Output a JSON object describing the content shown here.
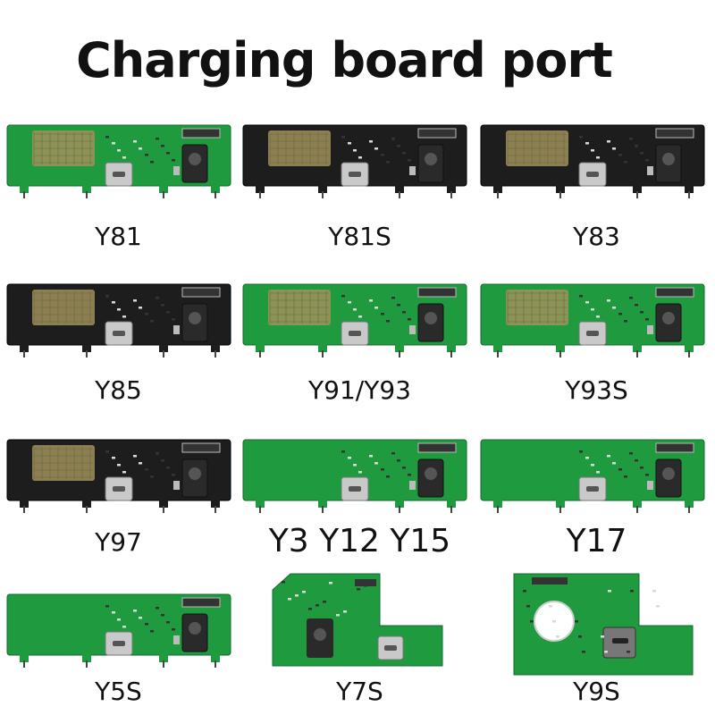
{
  "title": "Charging board port",
  "colors": {
    "green": "#1f9a3f",
    "green_light": "#2fb35b",
    "black": "#1d1d1d",
    "pad": "#a0925c",
    "gold": "#c8a24a",
    "silver": "#c9c9c9"
  },
  "boards": [
    {
      "label": "Y81",
      "pcb_color": "green",
      "big_label": false
    },
    {
      "label": "Y81S",
      "pcb_color": "black",
      "big_label": false
    },
    {
      "label": "Y83",
      "pcb_color": "black",
      "big_label": false
    },
    {
      "label": "Y85",
      "pcb_color": "black",
      "big_label": false
    },
    {
      "label": "Y91/Y93",
      "pcb_color": "green",
      "big_label": false
    },
    {
      "label": "Y93S",
      "pcb_color": "green",
      "big_label": false
    },
    {
      "label": "Y97",
      "pcb_color": "black",
      "big_label": false
    },
    {
      "label": "Y3 Y12 Y15",
      "pcb_color": "green",
      "big_label": true
    },
    {
      "label": "Y17",
      "pcb_color": "green",
      "big_label": true
    },
    {
      "label": "Y5S",
      "pcb_color": "green",
      "big_label": false
    },
    {
      "label": "Y7S",
      "pcb_color": "green",
      "big_label": false
    },
    {
      "label": "Y9S",
      "pcb_color": "green",
      "big_label": false
    }
  ]
}
